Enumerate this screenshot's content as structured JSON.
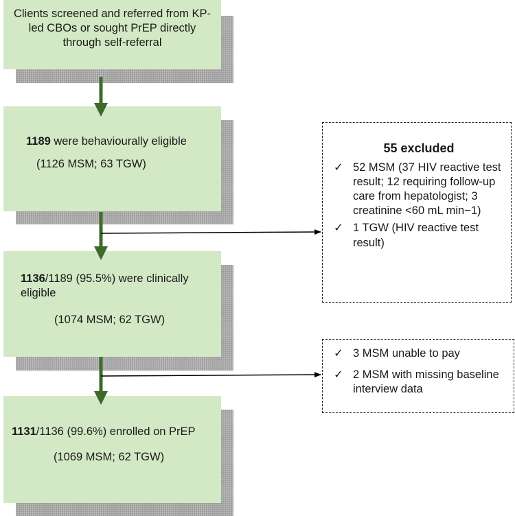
{
  "colors": {
    "box_fill": "#d3e8c4",
    "arrow_green": "#3d6a2a",
    "shadow": "#a9a9a9"
  },
  "boxes": {
    "screened": {
      "text": "Clients screened and referred from KP-led CBOs or sought PrEP directly through self-referral"
    },
    "behavioural": {
      "count": "1189",
      "text": " were behaviourally eligible",
      "sub": "(1126 MSM; 63 TGW)"
    },
    "clinical": {
      "count": "1136",
      "text": "/1189 (95.5%) were clinically eligible",
      "sub": "(1074 MSM; 62 TGW)"
    },
    "enrolled": {
      "count": "1131",
      "text": "/1136 (99.6%) enrolled on PrEP",
      "sub": "(1069 MSM; 62 TGW)"
    }
  },
  "excluded1": {
    "title": "55 excluded",
    "check_glyph": "✓",
    "items": [
      "52 MSM (37 HIV reactive test result; 12 requiring follow-up care from hepatologist; 3 creatinine <60 mL min−1)",
      "1 TGW (HIV reactive test result)"
    ]
  },
  "excluded2": {
    "check_glyph": "✓",
    "items": [
      "3 MSM unable to pay",
      "2 MSM with missing baseline interview data"
    ]
  }
}
